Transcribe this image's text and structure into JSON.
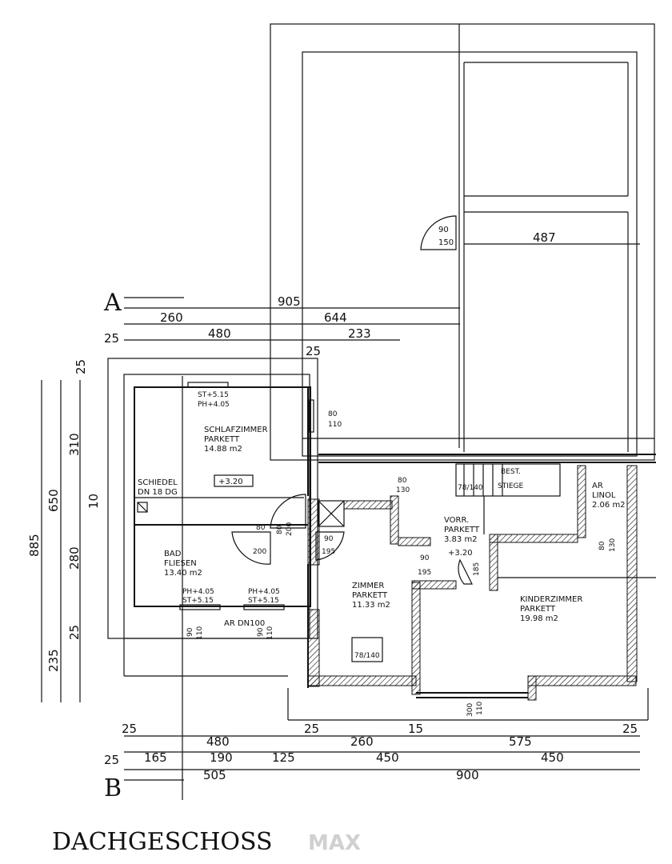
{
  "title": "DACHGESCHOSS",
  "watermark": "MAX",
  "sections": {
    "a": "A",
    "b": "B"
  },
  "rooms": [
    {
      "lines": [
        "SCHLAFZIMMER",
        "PARKETT",
        "14.88 m2"
      ]
    },
    {
      "lines": [
        "SCHIEDEL",
        "DN 18 DG"
      ]
    },
    {
      "lines": [
        "BAD",
        "FLIESEN",
        "13.40 m2"
      ]
    },
    {
      "lines": [
        "ZIMMER",
        "PARKETT",
        "11.33 m2"
      ]
    },
    {
      "lines": [
        "VORR.",
        "PARKETT",
        "3.83 m2"
      ]
    },
    {
      "lines": [
        "KINDERZIMMER",
        "PARKETT",
        "19.98 m2"
      ]
    },
    {
      "lines": [
        "AR",
        "LINOL",
        "2.06 m2"
      ]
    },
    {
      "lines": [
        "BEST.",
        "STIEGE"
      ]
    },
    {
      "lines": [
        "AR DN100"
      ]
    }
  ],
  "levels": [
    "+3.20",
    "+3.20"
  ],
  "window_heights": [
    [
      "ST+5.15",
      "PH+4.05"
    ],
    [
      "PH+4.05",
      "ST+5.15"
    ],
    [
      "PH+4.05",
      "ST+5.15"
    ]
  ],
  "openings": [
    "90",
    "150",
    "80",
    "110",
    "80",
    "130",
    "78/140",
    "78/140",
    "80",
    "200",
    "80",
    "200",
    "90",
    "195",
    "90",
    "195",
    "80",
    "130",
    "90",
    "110",
    "90",
    "110",
    "300",
    "110",
    "185"
  ],
  "dims": {
    "top": [
      "905",
      "260",
      "644",
      "25",
      "480",
      "233",
      "25",
      "487"
    ],
    "left": [
      "25",
      "310",
      "650",
      "885",
      "10",
      "280",
      "25",
      "235"
    ],
    "bottom": [
      "25",
      "480",
      "25",
      "260",
      "15",
      "575",
      "25",
      "25",
      "165",
      "190",
      "125",
      "450",
      "450",
      "505",
      "900"
    ]
  }
}
